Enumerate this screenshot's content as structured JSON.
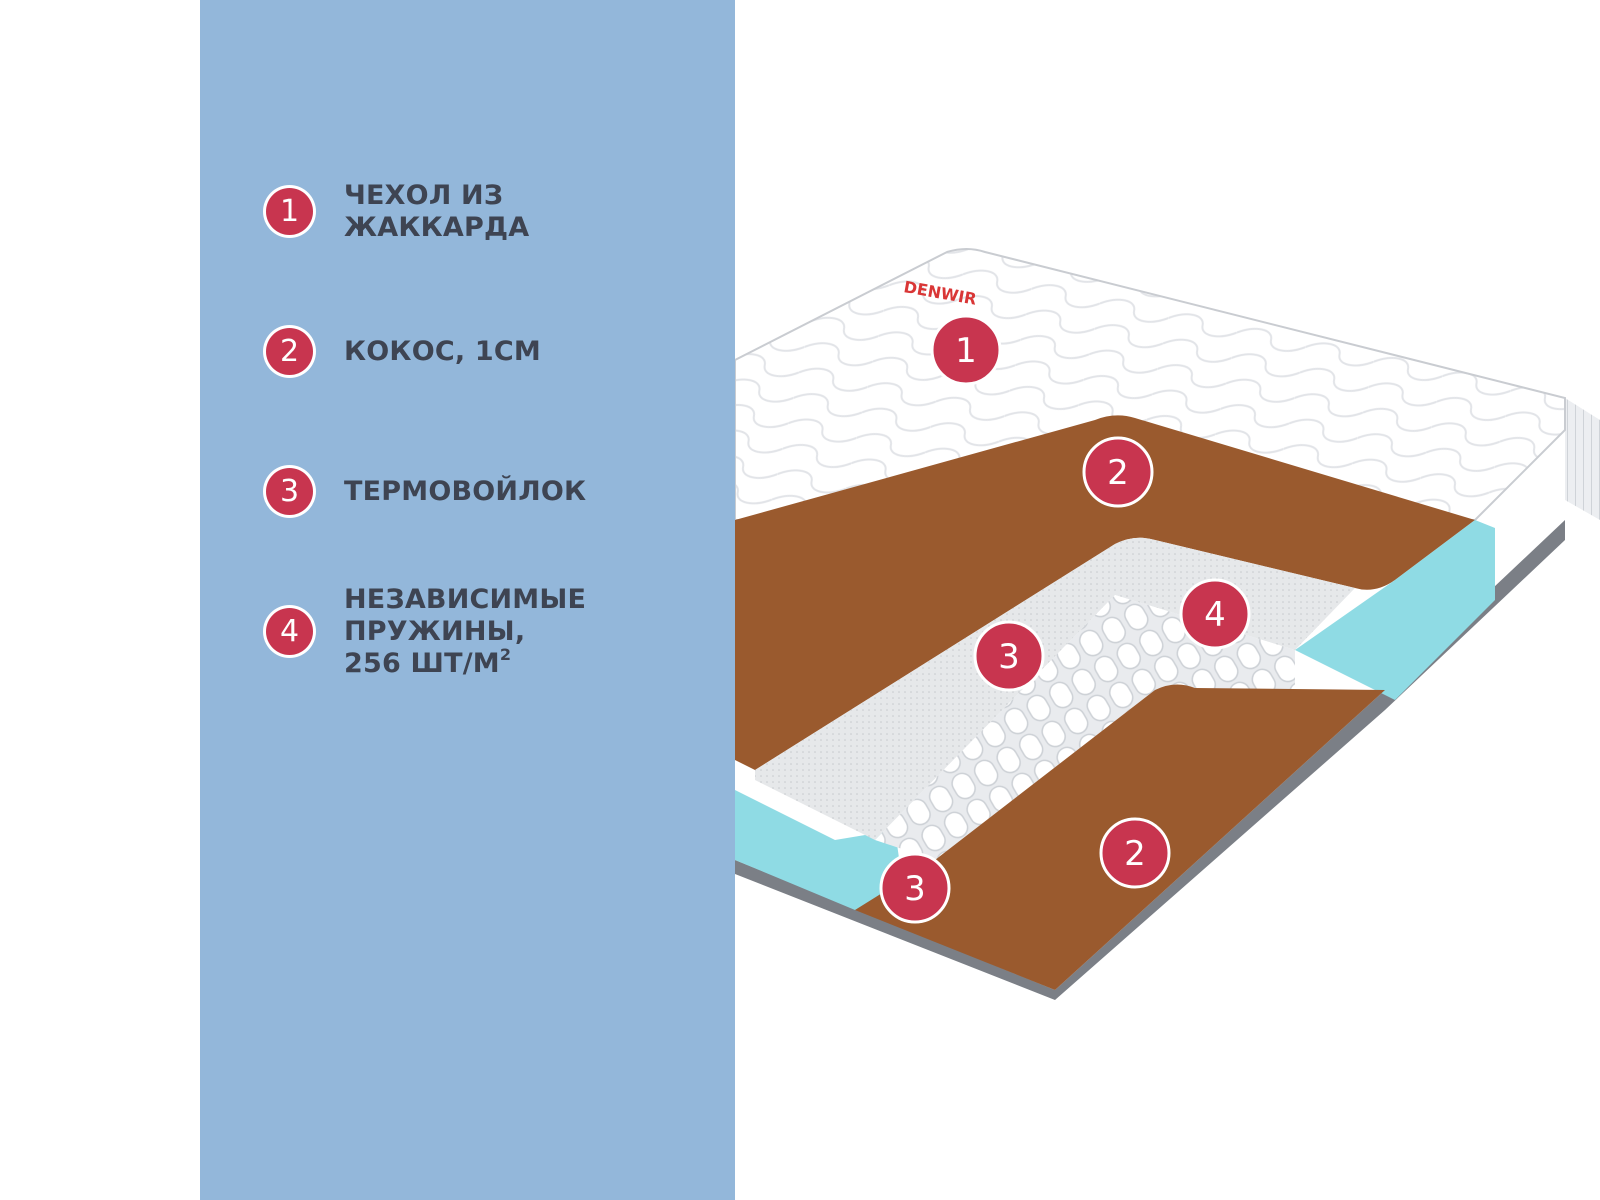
{
  "colors": {
    "panel": "#93b7da",
    "accent": "#c8354f",
    "text": "#3e4452",
    "coir": "#9a5a2e",
    "foam": "#8fdbe4"
  },
  "legend": [
    {
      "number": "1",
      "lines": [
        "ЧЕХОЛ ИЗ",
        "ЖАККАРДА"
      ]
    },
    {
      "number": "2",
      "lines": [
        "КОКОС, 1СМ"
      ]
    },
    {
      "number": "3",
      "lines": [
        "ТЕРМОВОЙЛОК"
      ]
    },
    {
      "number": "4",
      "lines": [
        "НЕЗАВИСИМЫЕ",
        "ПРУЖИНЫ,",
        "256 ШТ/М"
      ],
      "superscript": "2"
    }
  ],
  "illustration": {
    "brand": "DENWIR",
    "markers": [
      {
        "number": "1"
      },
      {
        "number": "2"
      },
      {
        "number": "4"
      },
      {
        "number": "3"
      },
      {
        "number": "2"
      },
      {
        "number": "3"
      }
    ]
  }
}
